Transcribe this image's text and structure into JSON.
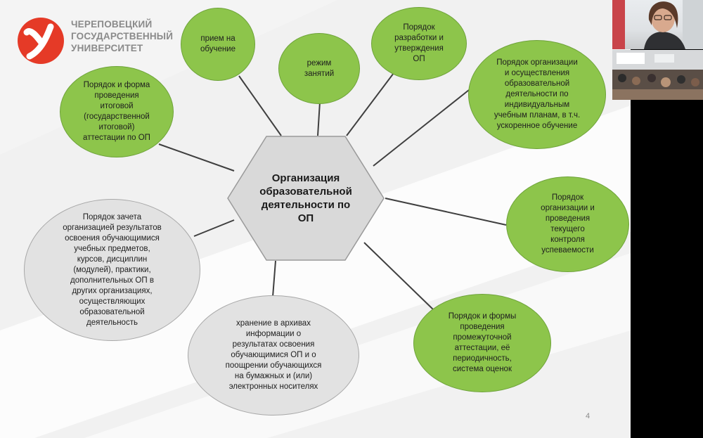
{
  "university": {
    "name_lines": [
      "ЧЕРЕПОВЕЦКИЙ",
      "ГОСУДАРСТВЕННЫЙ",
      "УНИВЕРСИТЕТ"
    ],
    "logo_letter": "У"
  },
  "center": {
    "text": "Организация\nобразовательной\nдеятельности по\nОП"
  },
  "nodes": {
    "attestation_final": "Порядок и форма\nпроведения\nитоговой\n(государственной\nитоговой)\nаттестации по ОП",
    "admission": "прием на\nобучение",
    "schedule": "режим\nзанятий",
    "program_development": "Порядок\nразработки и\nутверждения\nОП",
    "individual_plans": "Порядок организации\nи осуществления\nобразовательной\nдеятельности по\nиндивидуальным\nучебным планам, в т.ч.\nускоренное обучение",
    "current_control": "Порядок\nорганизации и\nпроведения\nтекущего\nконтроля\nуспеваемости",
    "interim_attestation": "Порядок и формы\nпроведения\nпромежуточной\nаттестации, её\nпериодичность,\nсистема оценок",
    "archives": "хранение в архивах\nинформации о\nрезультатах освоения\nобучающимися ОП и о\nпоощрении обучающихся\nна бумажных и (или)\nэлектронных носителях",
    "credit_transfer": "Порядок зачета\nорганизацией результатов\nосвоения обучающимися\nучебных предметов,\nкурсов, дисциплин\n(модулей), практики,\nдополнительных ОП в\nдругих организациях,\nосуществляющих\nобразовательной\nдеятельность"
  },
  "page_number": "4",
  "colors": {
    "green_node": "#8dc54b",
    "grey_node": "#e2e2e2",
    "center_hexagon": "#d9d9d9",
    "logo_red": "#e53a27"
  }
}
